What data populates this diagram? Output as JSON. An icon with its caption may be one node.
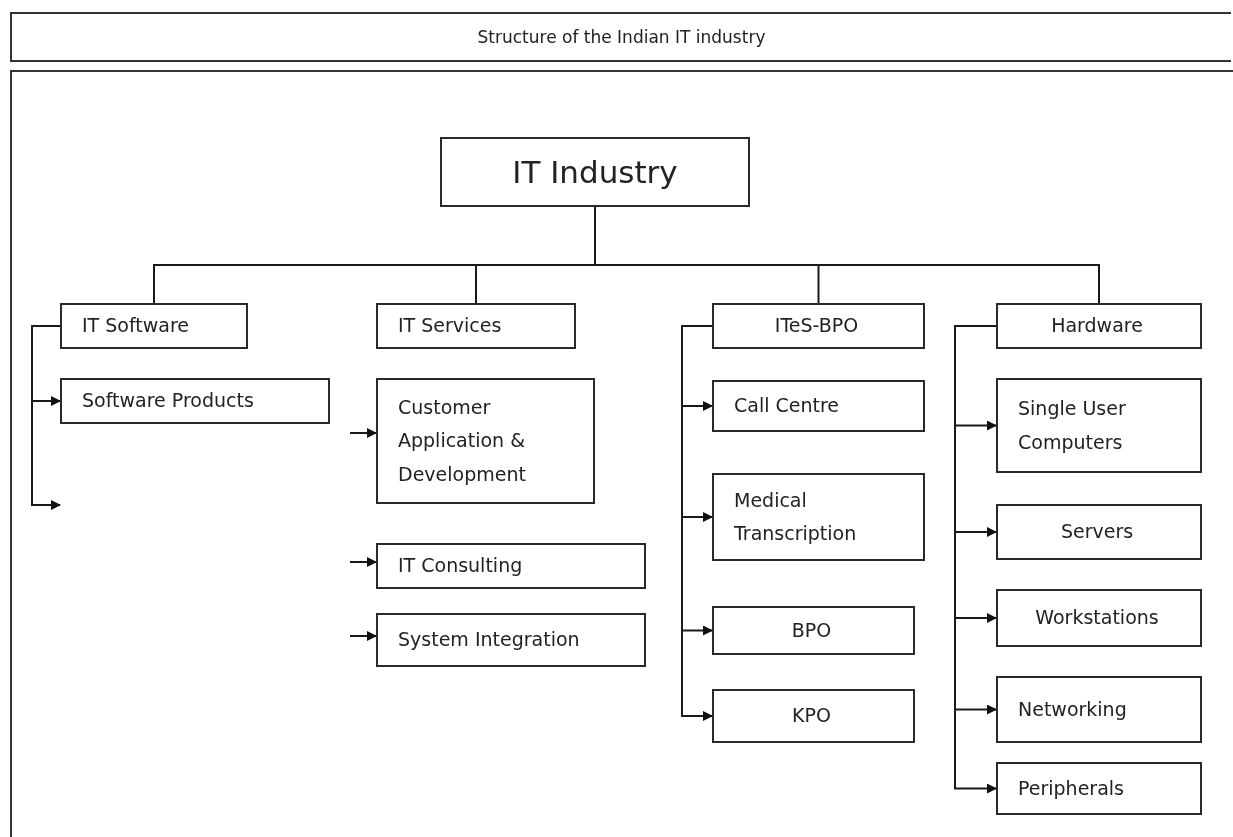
{
  "diagram": {
    "title": "Structure of the Indian IT industry",
    "nodes": [
      {
        "text": [
          "IT Industry"
        ]
      },
      {
        "text": [
          "IT Software"
        ]
      },
      {
        "text": [
          "IT Services"
        ]
      },
      {
        "text": [
          "ITeS-BPO"
        ]
      },
      {
        "text": [
          "Hardware"
        ]
      },
      {
        "text": [
          "Software Products"
        ]
      },
      {
        "text": [
          "Customer Application & Development"
        ]
      },
      {
        "text": [
          "IT Consulting"
        ]
      },
      {
        "text": [
          "System Integration"
        ]
      },
      {
        "text": [
          "Call Centre"
        ]
      },
      {
        "text": [
          "Medical Transcription"
        ]
      },
      {
        "text": [
          "BPO"
        ]
      },
      {
        "text": [
          "KPO"
        ]
      },
      {
        "text": [
          "Single User Computers"
        ]
      },
      {
        "text": [
          "Servers"
        ]
      },
      {
        "text": [
          "Workstations"
        ]
      },
      {
        "text": [
          "Networking"
        ]
      },
      {
        "text": [
          "Peripherals"
        ]
      }
    ],
    "edges": [
      {
        "from": 0,
        "to": 1,
        "arrow": "none"
      },
      {
        "from": 0,
        "to": 2,
        "arrow": "none"
      },
      {
        "from": 0,
        "to": 3,
        "arrow": "none"
      },
      {
        "from": 0,
        "to": 4,
        "arrow": "none"
      },
      {
        "from": 1,
        "to": 5,
        "arrow": "to"
      },
      {
        "from": 1,
        "to": null,
        "arrow": "to"
      },
      {
        "from": null,
        "to": 6,
        "arrow": "to"
      },
      {
        "from": null,
        "to": 7,
        "arrow": "to"
      },
      {
        "from": null,
        "to": 8,
        "arrow": "to"
      },
      {
        "from": 3,
        "to": 9,
        "arrow": "to"
      },
      {
        "from": 3,
        "to": 10,
        "arrow": "to"
      },
      {
        "from": 3,
        "to": 11,
        "arrow": "to"
      },
      {
        "from": 3,
        "to": 12,
        "arrow": "to"
      },
      {
        "from": 4,
        "to": 13,
        "arrow": "to"
      },
      {
        "from": 4,
        "to": 14,
        "arrow": "to"
      },
      {
        "from": 4,
        "to": 15,
        "arrow": "to"
      },
      {
        "from": 4,
        "to": 16,
        "arrow": "to"
      },
      {
        "from": 4,
        "to": 17,
        "arrow": "to"
      }
    ]
  }
}
